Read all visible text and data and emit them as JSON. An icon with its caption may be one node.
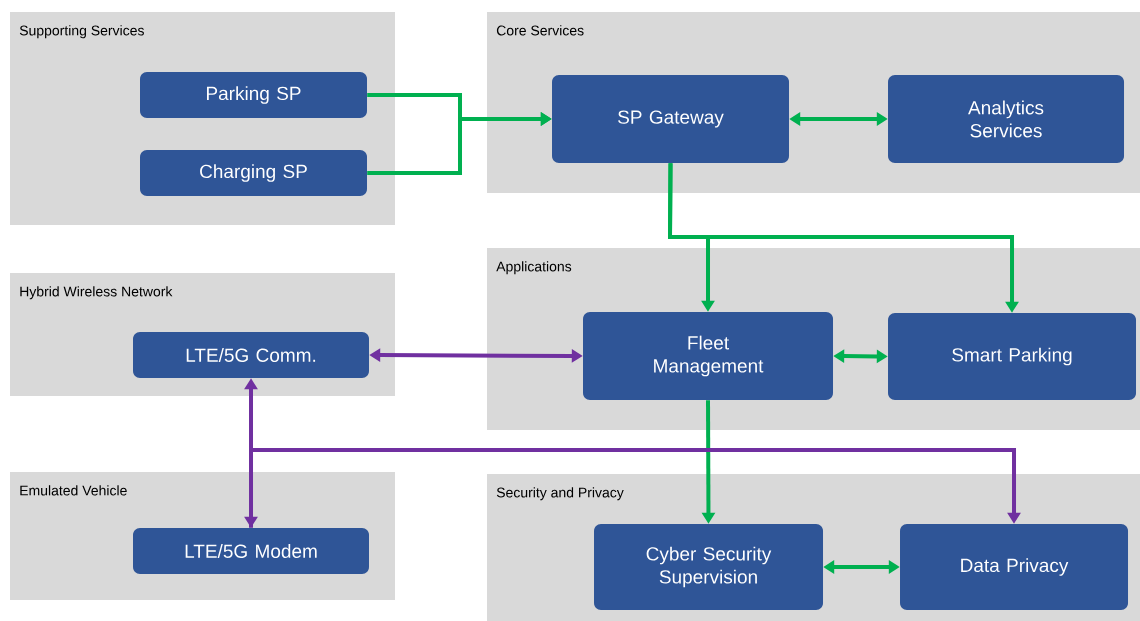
{
  "diagram": {
    "nodes": [
      {
        "text": [
          "Supporting Services"
        ]
      },
      {
        "text": [
          "Parking SP"
        ],
        "in": 0
      },
      {
        "text": [
          "Charging SP"
        ],
        "in": 0
      },
      {
        "text": [
          "Core Services"
        ]
      },
      {
        "text": [
          "SP Gateway"
        ],
        "in": 3
      },
      {
        "text": [
          "Analytics Services"
        ],
        "in": 3
      },
      {
        "text": [
          "Hybrid Wireless Network"
        ]
      },
      {
        "text": [
          "LTE/5G Comm."
        ],
        "in": 6
      },
      {
        "text": [
          "Applications"
        ]
      },
      {
        "text": [
          "Fleet Management"
        ],
        "in": 8
      },
      {
        "text": [
          "Smart Parking"
        ],
        "in": 8
      },
      {
        "text": [
          "Emulated Vehicle"
        ]
      },
      {
        "text": [
          "LTE/5G Modem"
        ],
        "in": 11
      },
      {
        "text": [
          "Security and Privacy"
        ]
      },
      {
        "text": [
          "Cyber Security Supervision"
        ],
        "in": 13
      },
      {
        "text": [
          "Data Privacy"
        ],
        "in": 13
      }
    ],
    "edges": [
      {
        "from": 1,
        "to": 4,
        "arrow": "to"
      },
      {
        "from": 2,
        "to": 4,
        "arrow": "to"
      },
      {
        "from": 4,
        "to": 5,
        "arrow": "both"
      },
      {
        "from": 4,
        "to": 9,
        "arrow": "to"
      },
      {
        "from": 4,
        "to": 10,
        "arrow": "to"
      },
      {
        "from": 9,
        "to": 10,
        "arrow": "both"
      },
      {
        "from": 9,
        "to": 14,
        "arrow": "to"
      },
      {
        "from": 14,
        "to": 15,
        "arrow": "both"
      },
      {
        "from": 7,
        "to": 9,
        "arrow": "both",
        "color": "#7030a0"
      },
      {
        "from": 7,
        "to": 12,
        "arrow": "both",
        "color": "#7030a0"
      },
      {
        "from": 12,
        "to": 15,
        "arrow": "to",
        "color": "#7030a0"
      }
    ]
  }
}
